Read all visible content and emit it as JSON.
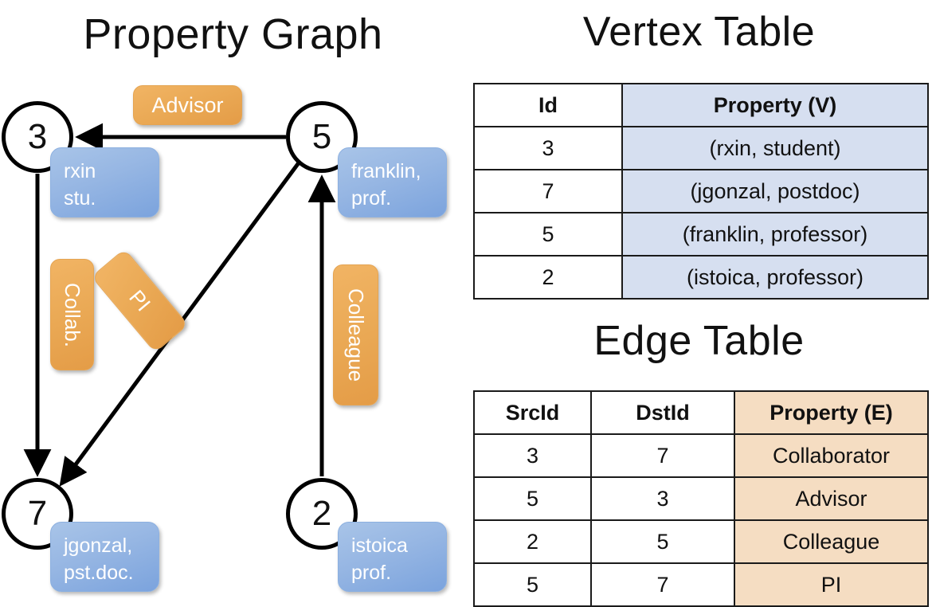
{
  "headings": {
    "property_graph": "Property Graph",
    "vertex_table": "Vertex Table",
    "edge_table": "Edge Table"
  },
  "colors": {
    "vertex_property_fill": "#d6dff0",
    "edge_property_fill": "#f5ddc2",
    "node_property_blue": "#7ba3dd",
    "edge_label_orange": "#eaa955",
    "stroke": "#000000",
    "background": "#ffffff"
  },
  "graph": {
    "nodes": [
      {
        "id": "3",
        "label": "3",
        "property_lines": [
          "rxin",
          "stu."
        ]
      },
      {
        "id": "5",
        "label": "5",
        "property_lines": [
          "franklin,",
          "prof."
        ]
      },
      {
        "id": "7",
        "label": "7",
        "property_lines": [
          "jgonzal,",
          "pst.doc."
        ]
      },
      {
        "id": "2",
        "label": "2",
        "property_lines": [
          "istoica",
          "prof."
        ]
      }
    ],
    "edge_labels": [
      {
        "name": "advisor",
        "text": "Advisor",
        "orientation": "horizontal"
      },
      {
        "name": "collab",
        "text": "Collab.",
        "orientation": "vertical"
      },
      {
        "name": "pi",
        "text": "PI",
        "orientation": "diagonal"
      },
      {
        "name": "colleague",
        "text": "Colleague",
        "orientation": "vertical"
      }
    ],
    "edges": [
      {
        "src": "5",
        "dst": "3",
        "label": "Advisor"
      },
      {
        "src": "3",
        "dst": "7",
        "label": "Collab."
      },
      {
        "src": "5",
        "dst": "7",
        "label": "PI"
      },
      {
        "src": "2",
        "dst": "5",
        "label": "Colleague"
      }
    ]
  },
  "vertex_table": {
    "columns": [
      "Id",
      "Property (V)"
    ],
    "rows": [
      {
        "id": "3",
        "property": "(rxin, student)"
      },
      {
        "id": "7",
        "property": "(jgonzal, postdoc)"
      },
      {
        "id": "5",
        "property": "(franklin, professor)"
      },
      {
        "id": "2",
        "property": "(istoica, professor)"
      }
    ]
  },
  "edge_table": {
    "columns": [
      "SrcId",
      "DstId",
      "Property (E)"
    ],
    "rows": [
      {
        "src": "3",
        "dst": "7",
        "property": "Collaborator"
      },
      {
        "src": "5",
        "dst": "3",
        "property": "Advisor"
      },
      {
        "src": "2",
        "dst": "5",
        "property": "Colleague"
      },
      {
        "src": "5",
        "dst": "7",
        "property": "PI"
      }
    ]
  }
}
